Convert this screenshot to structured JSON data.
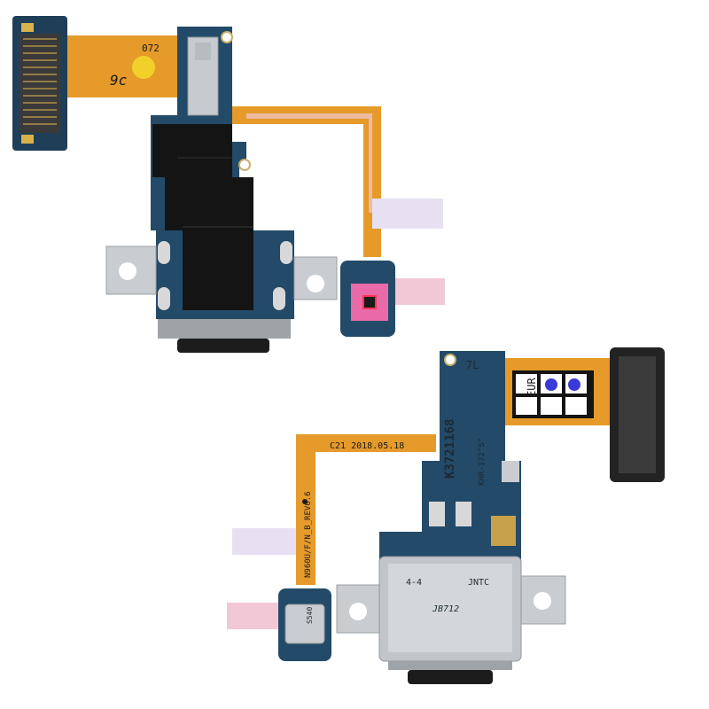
{
  "scene": {
    "background": "#ffffff",
    "subjects": [
      "usb-c-charging-port-flex-top-view",
      "usb-c-charging-port-flex-bottom-view"
    ]
  },
  "colors": {
    "pcb_blue": "#234a68",
    "flex_orange": "#e59a2a",
    "flex_amber": "#d9a44a",
    "steel": "#c7cbd0",
    "black_tape": "#141414",
    "gold_pad": "#d9b24a",
    "pink_tab": "#f2c7d6",
    "lavender_tab": "#e6e0f2",
    "mic_pink": "#e86aa8"
  },
  "top_board": {
    "label_code": "072",
    "label_mark": "9c"
  },
  "bottom_board": {
    "label_7l": "7L",
    "label_eur": "EUR",
    "part_number": "K3721168",
    "khr": "KHR-172°S°",
    "date_code": "C21 2018.05.18",
    "model": "N960U/F/N_B_REV0.6",
    "usb_44": "4-4",
    "usb_jntc": "JNTC",
    "usb_jb712": "JB712",
    "mic_code": "S540"
  }
}
